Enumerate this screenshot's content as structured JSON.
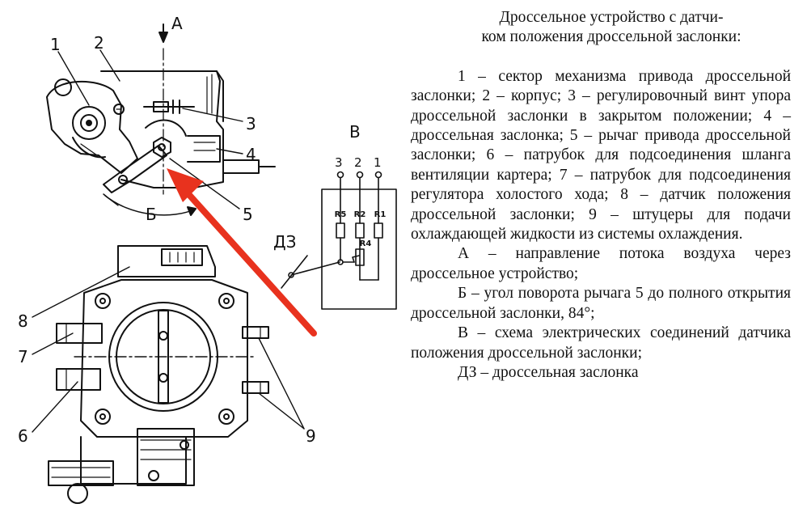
{
  "caption": {
    "title_line1": "Дроссельное устройство с датчи-",
    "title_line2": "ком положения дроссельной заслонки:",
    "legend": "1 – сектор механизма привода дроссельной заслонки; 2 – корпус; 3 – регулировочный винт упора дроссельной заслонки в закрытом положении; 4 – дроссельная заслонка; 5 – рычаг привода дроссельной заслонки; 6 – патрубок для подсоединения шланга вентиляции картера; 7 – патрубок для подсоединения регулятора холостого хода; 8 – датчик положения дроссельной заслонки; 9 – штуцеры для подачи охлаждающей жидкости из системы охлаждения.",
    "note_a": "А – направление потока воздуха через дроссельное устройство;",
    "note_b": "Б – угол поворота рычага 5 до полного открытия дроссельной заслонки, 84°;",
    "note_v": "В – схема электрических соединений датчика положения дроссельной заслонки;",
    "note_dz": "ДЗ – дроссельная заслонка"
  },
  "diagram": {
    "labels": {
      "n1": "1",
      "n2": "2",
      "n3": "3",
      "n4": "4",
      "n5": "5",
      "n6": "6",
      "n7": "7",
      "n8": "8",
      "n9": "9",
      "flow_a": "А",
      "angle_b": "Б",
      "scheme_v": "В",
      "dz": "ДЗ"
    },
    "schematic": {
      "pin3": "3",
      "pin2": "2",
      "pin1": "1",
      "r5": "R5",
      "r2": "R2",
      "r1": "R1",
      "r4": "R4"
    },
    "arrow_color": "#e8321e"
  }
}
